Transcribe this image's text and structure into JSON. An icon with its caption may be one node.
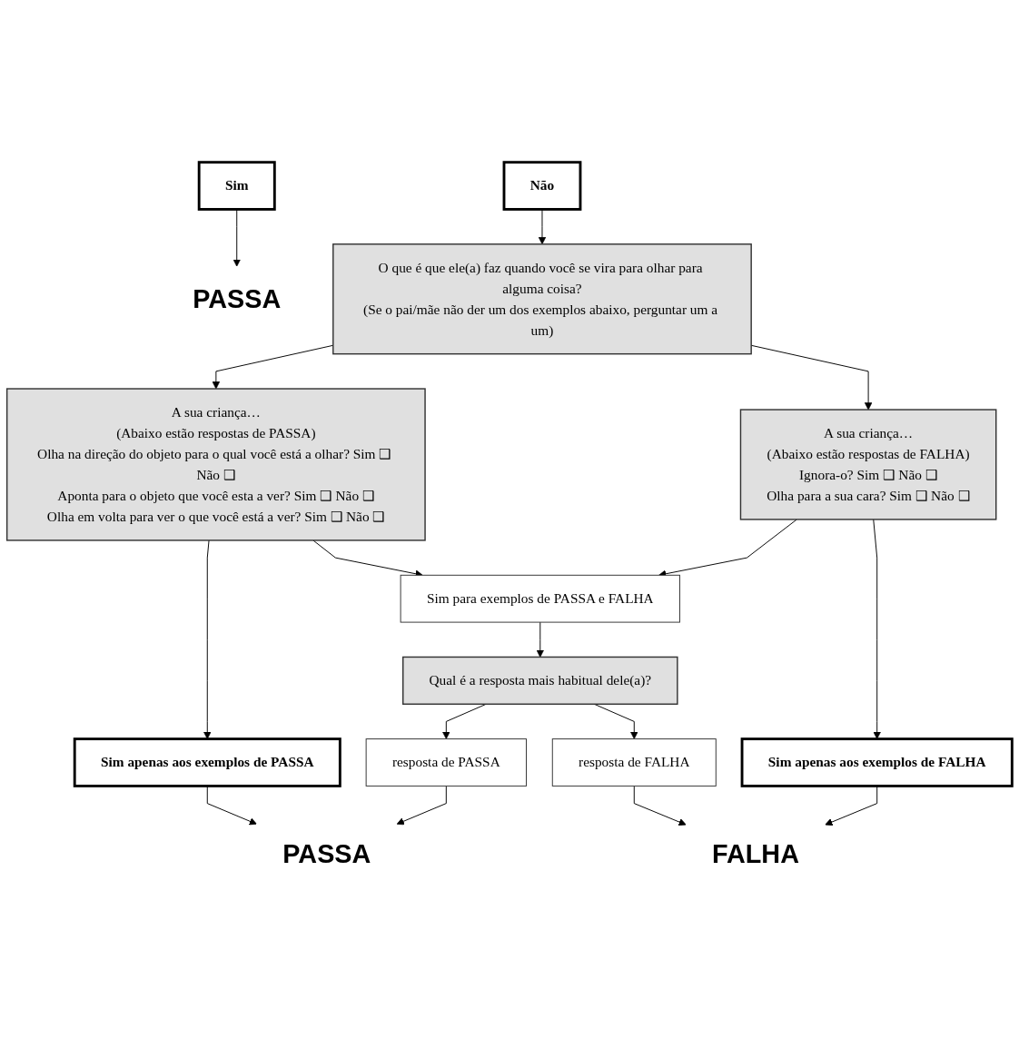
{
  "diagram": {
    "nodes": [
      {
        "text": [
          "Sim"
        ]
      },
      {
        "text": [
          "PASSA"
        ]
      },
      {
        "text": [
          "Não"
        ]
      },
      {
        "text": [
          "O que é que ele(a) faz quando você se vira para olhar para alguma coisa?",
          "(Se o pai/mãe não der um dos exemplos abaixo, perguntar um a um)"
        ]
      },
      {
        "text": [
          "A sua criança…",
          "(Abaixo estão respostas de PASSA)",
          "Olha na direção do objeto para o qual você está a olhar? Sim ❑ Não ❑",
          "Aponta para o objeto que você esta a ver? Sim ❑ Não ❑",
          "Olha em volta para ver o que você está a ver? Sim ❑ Não ❑"
        ]
      },
      {
        "text": [
          "A sua criança…",
          "(Abaixo estão respostas de FALHA)",
          "Ignora-o? Sim ❑ Não ❑",
          "Olha para a sua cara? Sim ❑ Não ❑"
        ]
      },
      {
        "text": [
          "Sim apenas aos exemplos de PASSA"
        ]
      },
      {
        "text": [
          "Sim para exemplos de PASSA e FALHA"
        ]
      },
      {
        "text": [
          "Sim apenas aos exemplos de FALHA"
        ]
      },
      {
        "text": [
          "Qual é a resposta mais habitual dele(a)?"
        ]
      },
      {
        "text": [
          "resposta de PASSA"
        ]
      },
      {
        "text": [
          "resposta de FALHA"
        ]
      },
      {
        "text": [
          "PASSA"
        ]
      },
      {
        "text": [
          "FALHA"
        ]
      }
    ],
    "edges": [
      {
        "from": 0,
        "to": 1,
        "arrow": "to"
      },
      {
        "from": 2,
        "to": 3,
        "arrow": "to"
      },
      {
        "from": 3,
        "to": 4,
        "arrow": "to"
      },
      {
        "from": 3,
        "to": 5,
        "arrow": "to"
      },
      {
        "from": 4,
        "to": 6,
        "arrow": "to"
      },
      {
        "from": 4,
        "to": 7,
        "arrow": "to"
      },
      {
        "from": 5,
        "to": 7,
        "arrow": "to"
      },
      {
        "from": 5,
        "to": 8,
        "arrow": "to"
      },
      {
        "from": 6,
        "to": 12,
        "arrow": "to"
      },
      {
        "from": 7,
        "to": 9,
        "arrow": "to"
      },
      {
        "from": 9,
        "to": 10,
        "arrow": "to"
      },
      {
        "from": 9,
        "to": 11,
        "arrow": "to"
      },
      {
        "from": 10,
        "to": 12,
        "arrow": "to"
      },
      {
        "from": 11,
        "to": 13,
        "arrow": "to"
      },
      {
        "from": 8,
        "to": 13,
        "arrow": "to"
      }
    ]
  }
}
